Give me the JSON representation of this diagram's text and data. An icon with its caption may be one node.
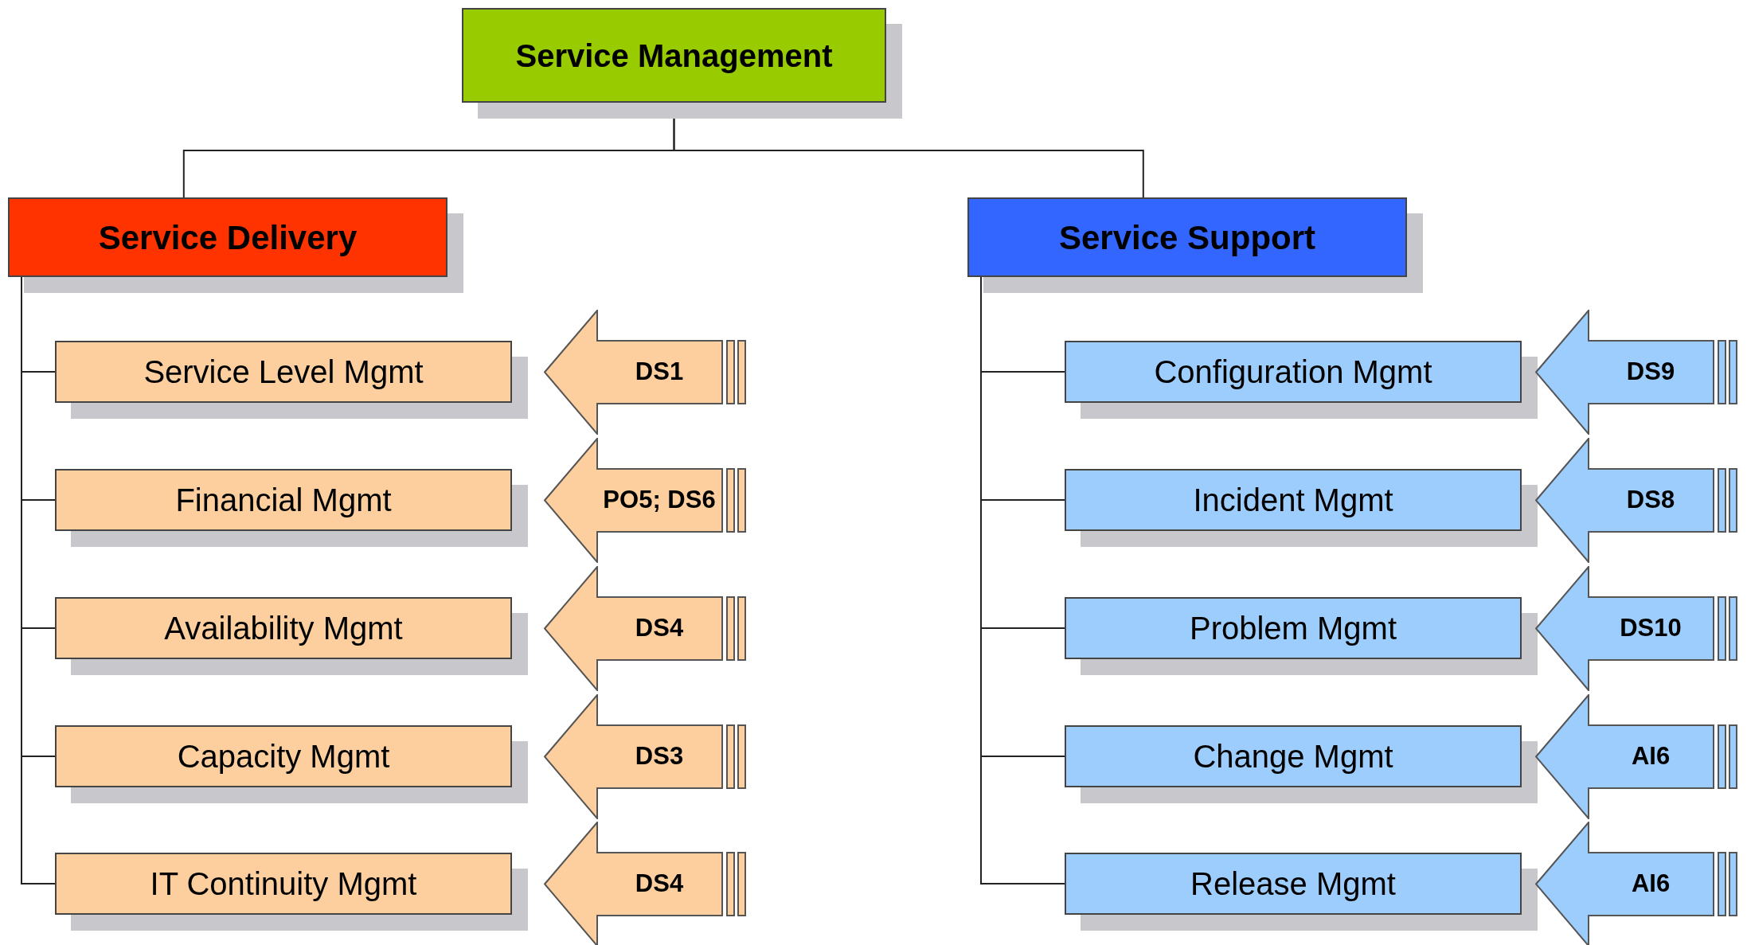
{
  "diagram": {
    "nodes": [
      {
        "text": [
          "Service Management"
        ]
      },
      {
        "text": [
          "Service Delivery"
        ]
      },
      {
        "text": [
          "Service Support"
        ]
      },
      {
        "text": [
          "Service Level Mgmt"
        ]
      },
      {
        "text": [
          "DS1"
        ]
      },
      {
        "text": [
          "Financial Mgmt"
        ]
      },
      {
        "text": [
          "PO5; DS6"
        ]
      },
      {
        "text": [
          "Availability Mgmt"
        ]
      },
      {
        "text": [
          "DS4"
        ]
      },
      {
        "text": [
          "Capacity Mgmt"
        ]
      },
      {
        "text": [
          "DS3"
        ]
      },
      {
        "text": [
          "IT Continuity Mgmt"
        ]
      },
      {
        "text": [
          "DS4"
        ]
      },
      {
        "text": [
          "Configuration Mgmt"
        ]
      },
      {
        "text": [
          "DS9"
        ]
      },
      {
        "text": [
          "Incident Mgmt"
        ]
      },
      {
        "text": [
          "DS8"
        ]
      },
      {
        "text": [
          "Problem Mgmt"
        ]
      },
      {
        "text": [
          "DS10"
        ]
      },
      {
        "text": [
          "Change Mgmt"
        ]
      },
      {
        "text": [
          "AI6"
        ]
      },
      {
        "text": [
          "Release Mgmt"
        ]
      },
      {
        "text": [
          "AI6"
        ]
      }
    ],
    "edges": [
      {
        "from": 0,
        "to": 1,
        "arrow": "none"
      },
      {
        "from": 0,
        "to": 2,
        "arrow": "none"
      },
      {
        "from": 1,
        "to": 3,
        "arrow": "none"
      },
      {
        "from": 1,
        "to": 5,
        "arrow": "none"
      },
      {
        "from": 1,
        "to": 7,
        "arrow": "none"
      },
      {
        "from": 1,
        "to": 9,
        "arrow": "none"
      },
      {
        "from": 1,
        "to": 11,
        "arrow": "none"
      },
      {
        "from": 2,
        "to": 13,
        "arrow": "none"
      },
      {
        "from": 2,
        "to": 15,
        "arrow": "none"
      },
      {
        "from": 2,
        "to": 17,
        "arrow": "none"
      },
      {
        "from": 2,
        "to": 19,
        "arrow": "none"
      },
      {
        "from": 2,
        "to": 21,
        "arrow": "none"
      }
    ]
  }
}
